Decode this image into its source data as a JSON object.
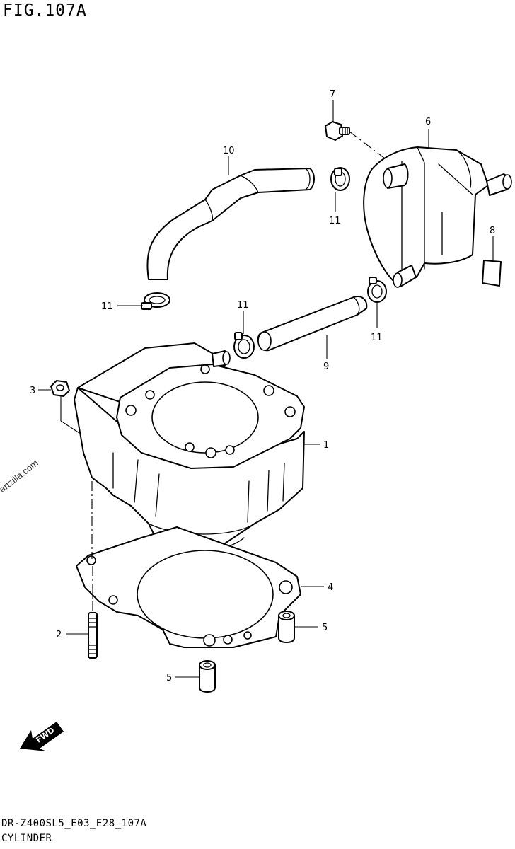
{
  "figure": {
    "title": "FIG.107A",
    "footer_code": "DR-Z400SL5_E03_E28_107A",
    "footer_name": "CYLINDER",
    "watermark": "© Partzilla.com"
  },
  "callouts": [
    {
      "id": "c1",
      "label": "1"
    },
    {
      "id": "c2",
      "label": "2"
    },
    {
      "id": "c3",
      "label": "3"
    },
    {
      "id": "c4",
      "label": "4"
    },
    {
      "id": "c5a",
      "label": "5"
    },
    {
      "id": "c5b",
      "label": "5"
    },
    {
      "id": "c6",
      "label": "6"
    },
    {
      "id": "c7",
      "label": "7"
    },
    {
      "id": "c8",
      "label": "8"
    },
    {
      "id": "c9",
      "label": "9"
    },
    {
      "id": "c10",
      "label": "10"
    },
    {
      "id": "c11a",
      "label": "11"
    },
    {
      "id": "c11b",
      "label": "11"
    },
    {
      "id": "c11c",
      "label": "11"
    },
    {
      "id": "c11d",
      "label": "11"
    }
  ],
  "fwd_label": "FWD"
}
